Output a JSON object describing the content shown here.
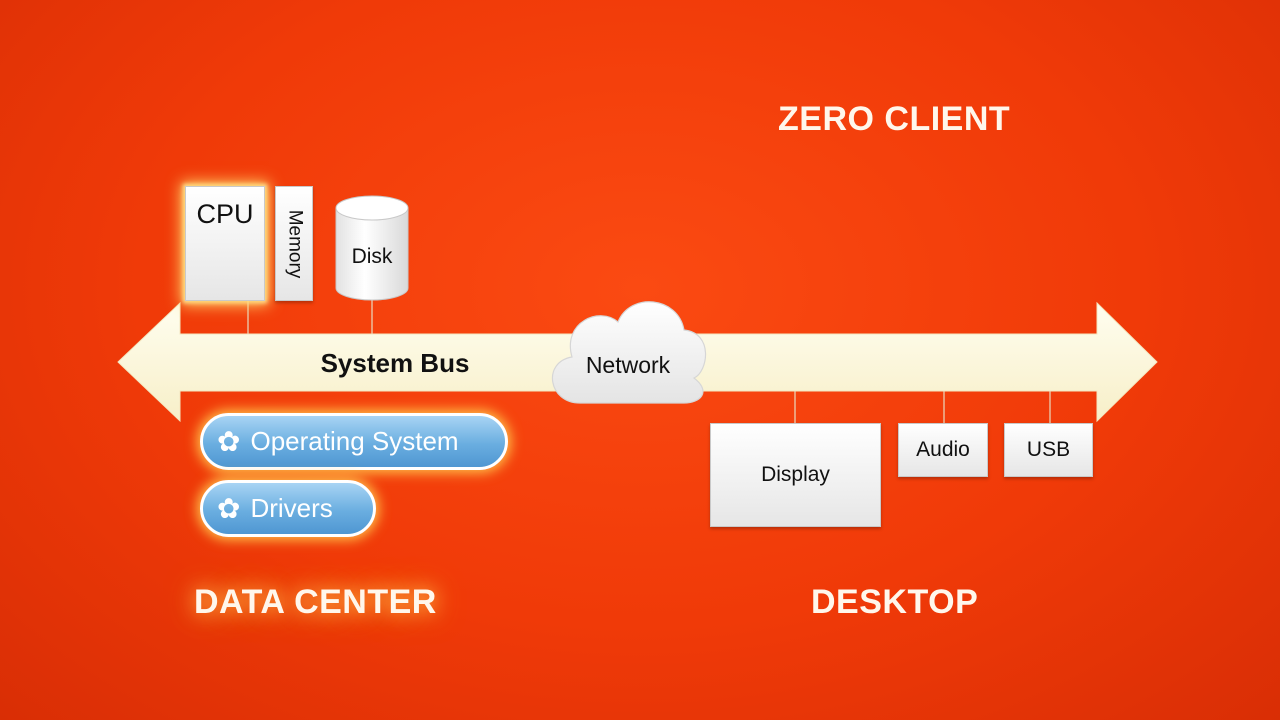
{
  "headings": {
    "zero_client": "ZERO CLIENT",
    "data_center": "DATA CENTER",
    "desktop": "DESKTOP"
  },
  "data_center": {
    "cpu": "CPU",
    "memory": "Memory",
    "disk": "Disk",
    "software": [
      {
        "label": "Operating System",
        "icon": "gear-icon"
      },
      {
        "label": "Drivers",
        "icon": "gear-icon"
      }
    ]
  },
  "bus": {
    "label": "System Bus",
    "network": "Network"
  },
  "desktop": {
    "display": "Display",
    "audio": "Audio",
    "usb": "USB"
  },
  "colors": {
    "background": "#f03a08",
    "arrow": "#fffbe0",
    "pill": "#6aaee0",
    "glow": "#ffd36a"
  }
}
